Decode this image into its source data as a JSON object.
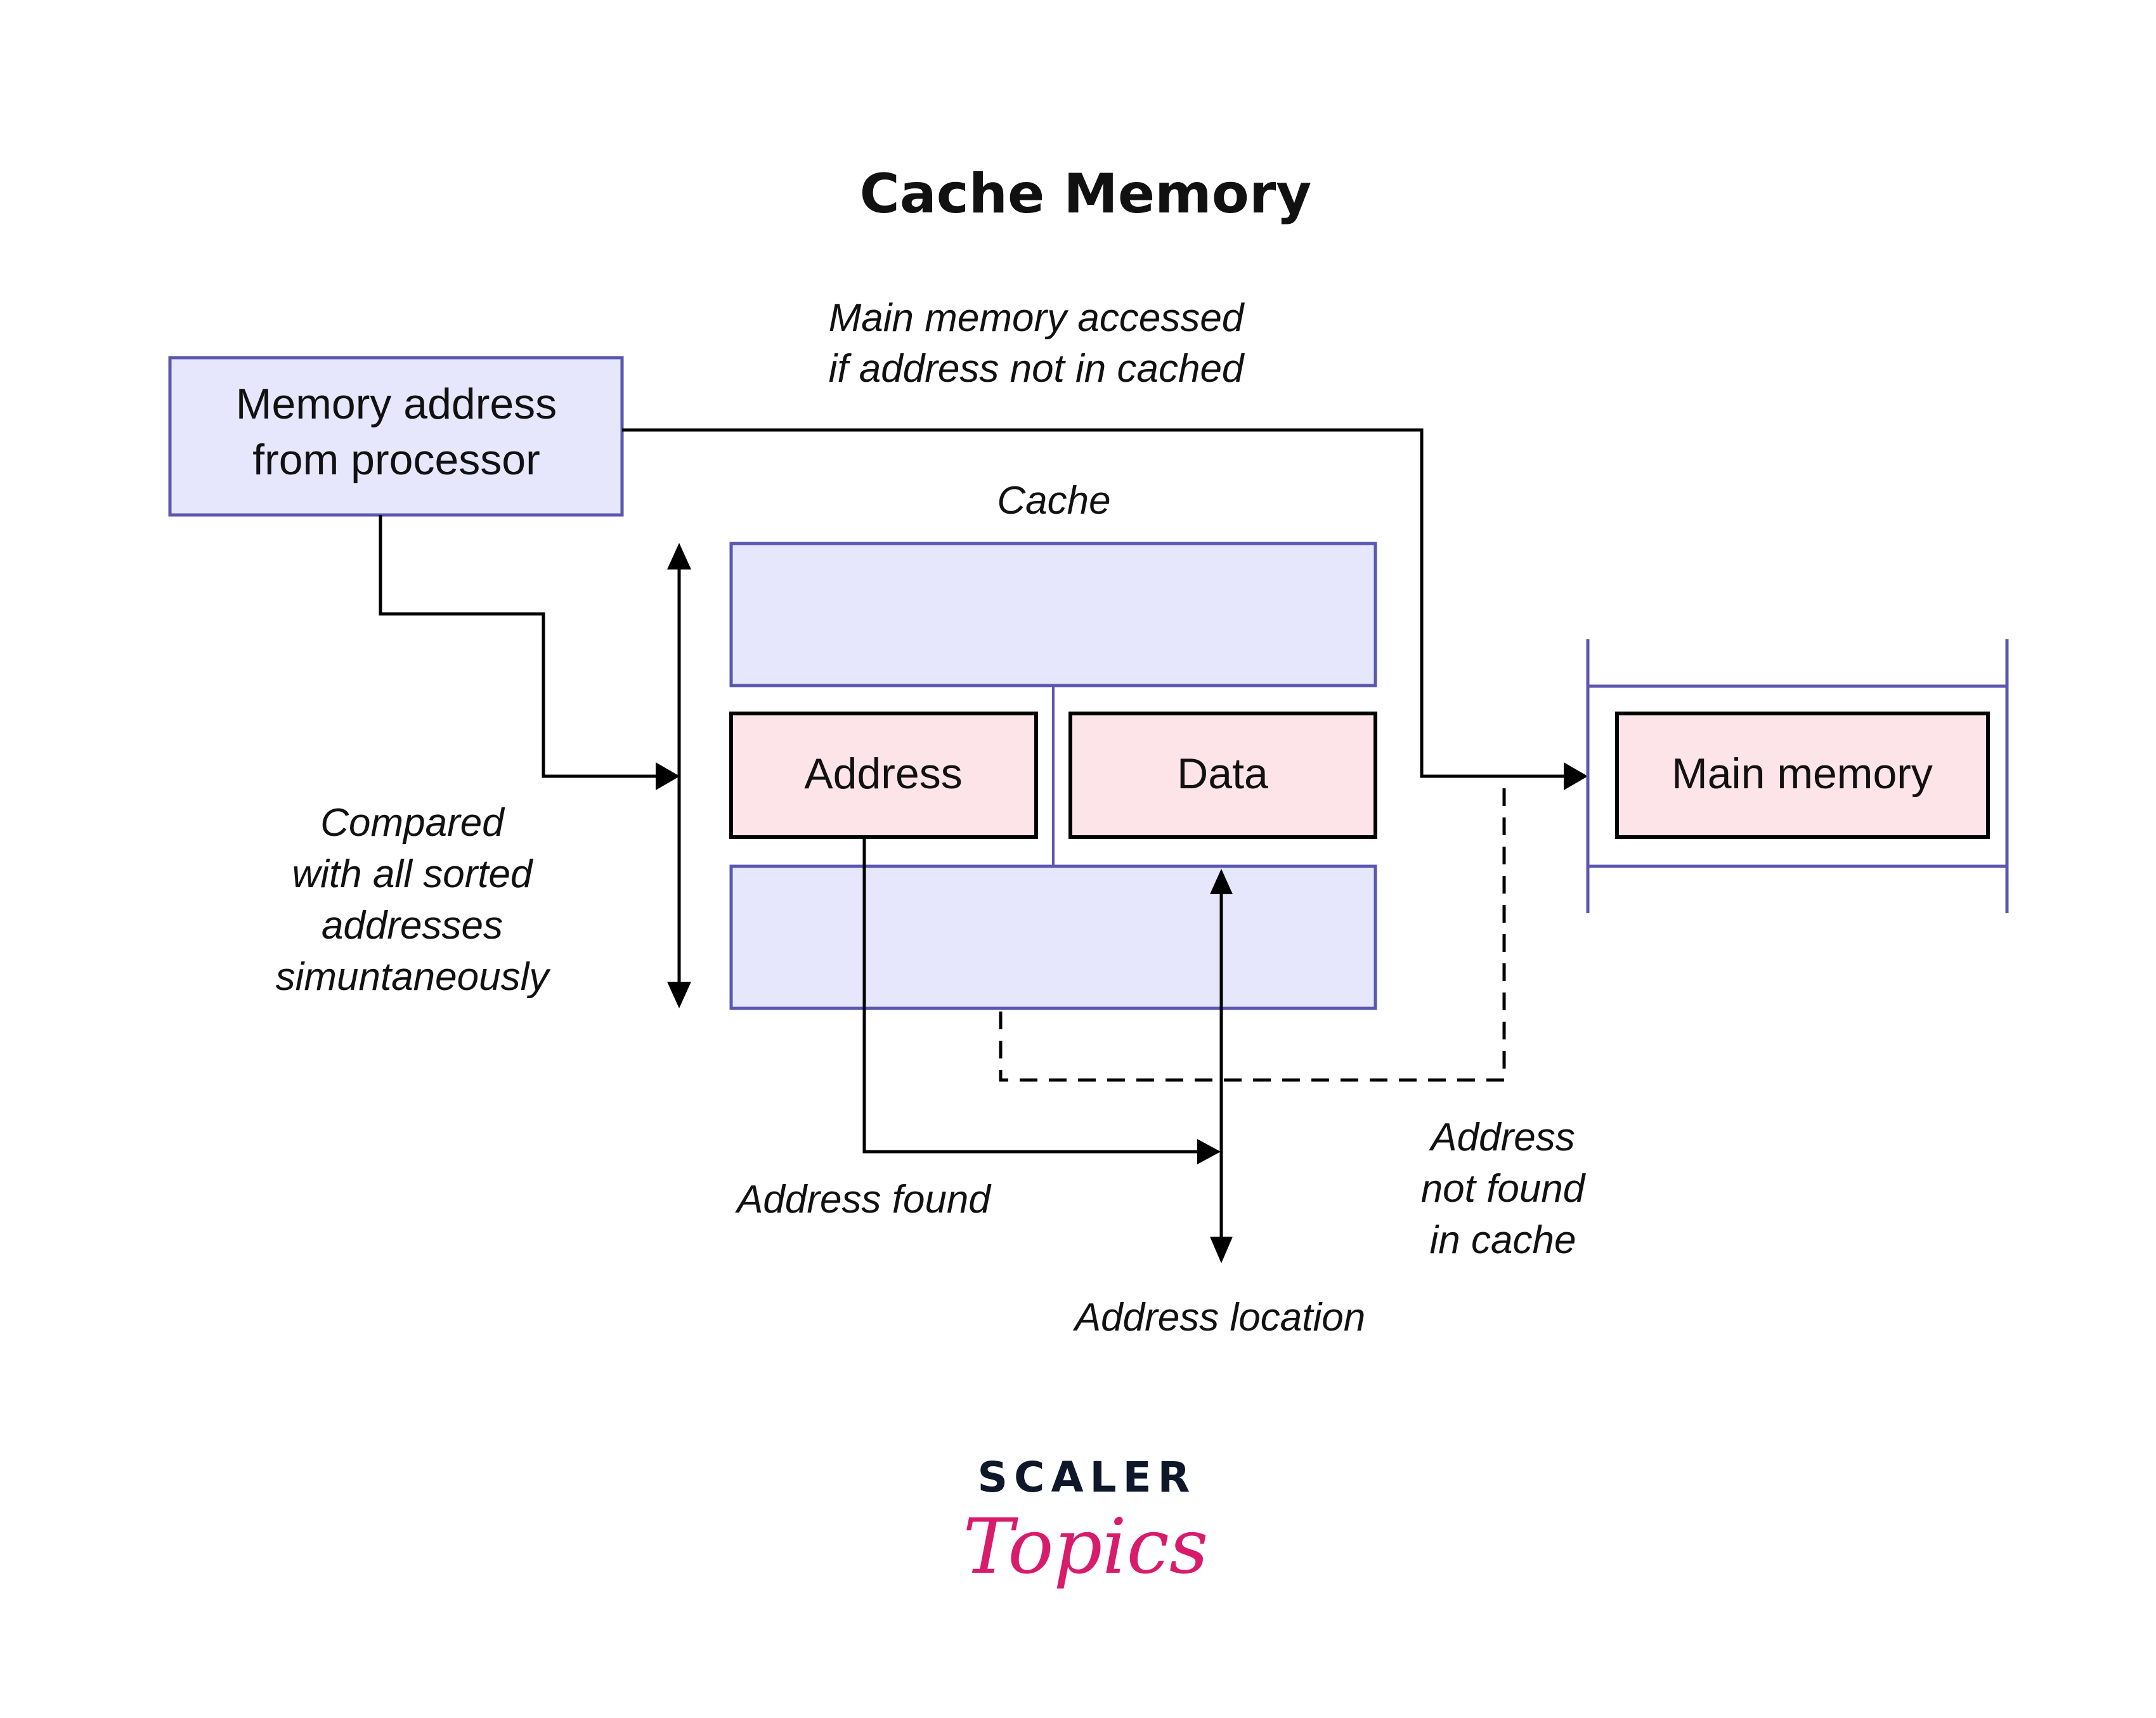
{
  "title": "Cache Memory",
  "colors": {
    "lavender_fill": "#e6e6fc",
    "lavender_stroke": "#5b57b0",
    "pink_fill": "#fde4e8",
    "line": "#000000",
    "logo_dark": "#0f172a",
    "logo_pink": "#d81b6a"
  },
  "boxes": {
    "processor": [
      "Memory address",
      "from processor"
    ],
    "address": "Address",
    "data": "Data",
    "main_memory": "Main memory"
  },
  "labels": {
    "main_memory_accessed": [
      "Main memory accessed",
      "if address not in cached"
    ],
    "cache": "Cache",
    "compared": [
      "Compared",
      "with all sorted",
      "addresses",
      "simuntaneously"
    ],
    "address_found": "Address found",
    "address_not_found": [
      "Address",
      "not found",
      "in cache"
    ],
    "address_location": "Address location"
  },
  "logo": {
    "top": "SCALER",
    "bottom": "Topics"
  }
}
